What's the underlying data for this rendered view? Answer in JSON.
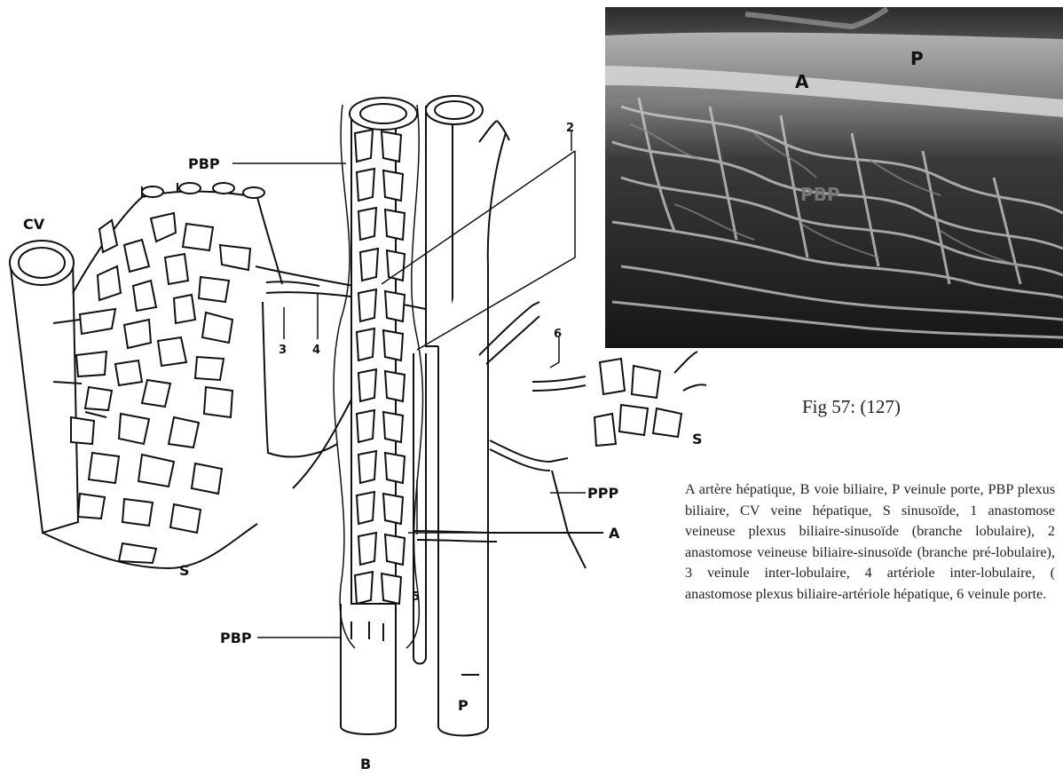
{
  "diagram": {
    "labels": {
      "PBP_top": "PBP",
      "CV": "CV",
      "num_2": "2",
      "num_3": "3",
      "num_4": "4",
      "num_6": "6",
      "num_5": "5",
      "S_left": "S",
      "S_right": "S",
      "PPP": "PPP",
      "A": "A",
      "PBP_bottom": "PBP",
      "P": "P",
      "B": "B"
    }
  },
  "photo": {
    "label_A": "A",
    "label_P": "P",
    "label_PBP": "PBP"
  },
  "figure": {
    "caption": "Fig 57: (127)",
    "legend": "A artère hépatique, B voie biliaire, P veinule porte, PBP plexus biliaire, CV veine hépatique, S sinusoïde, 1 anastomose veineuse plexus biliaire-sinusoïde (branche lobulaire), 2 anastomose veineuse biliaire-sinusoïde (branche pré-lobulaire), 3 veinule inter-lobulaire, 4 artériole inter-lobulaire, ( anastomose plexus biliaire-artériole hépatique, 6 veinule porte."
  },
  "colors": {
    "ink": "#111111",
    "photo_bg": "#1a1a1a"
  }
}
